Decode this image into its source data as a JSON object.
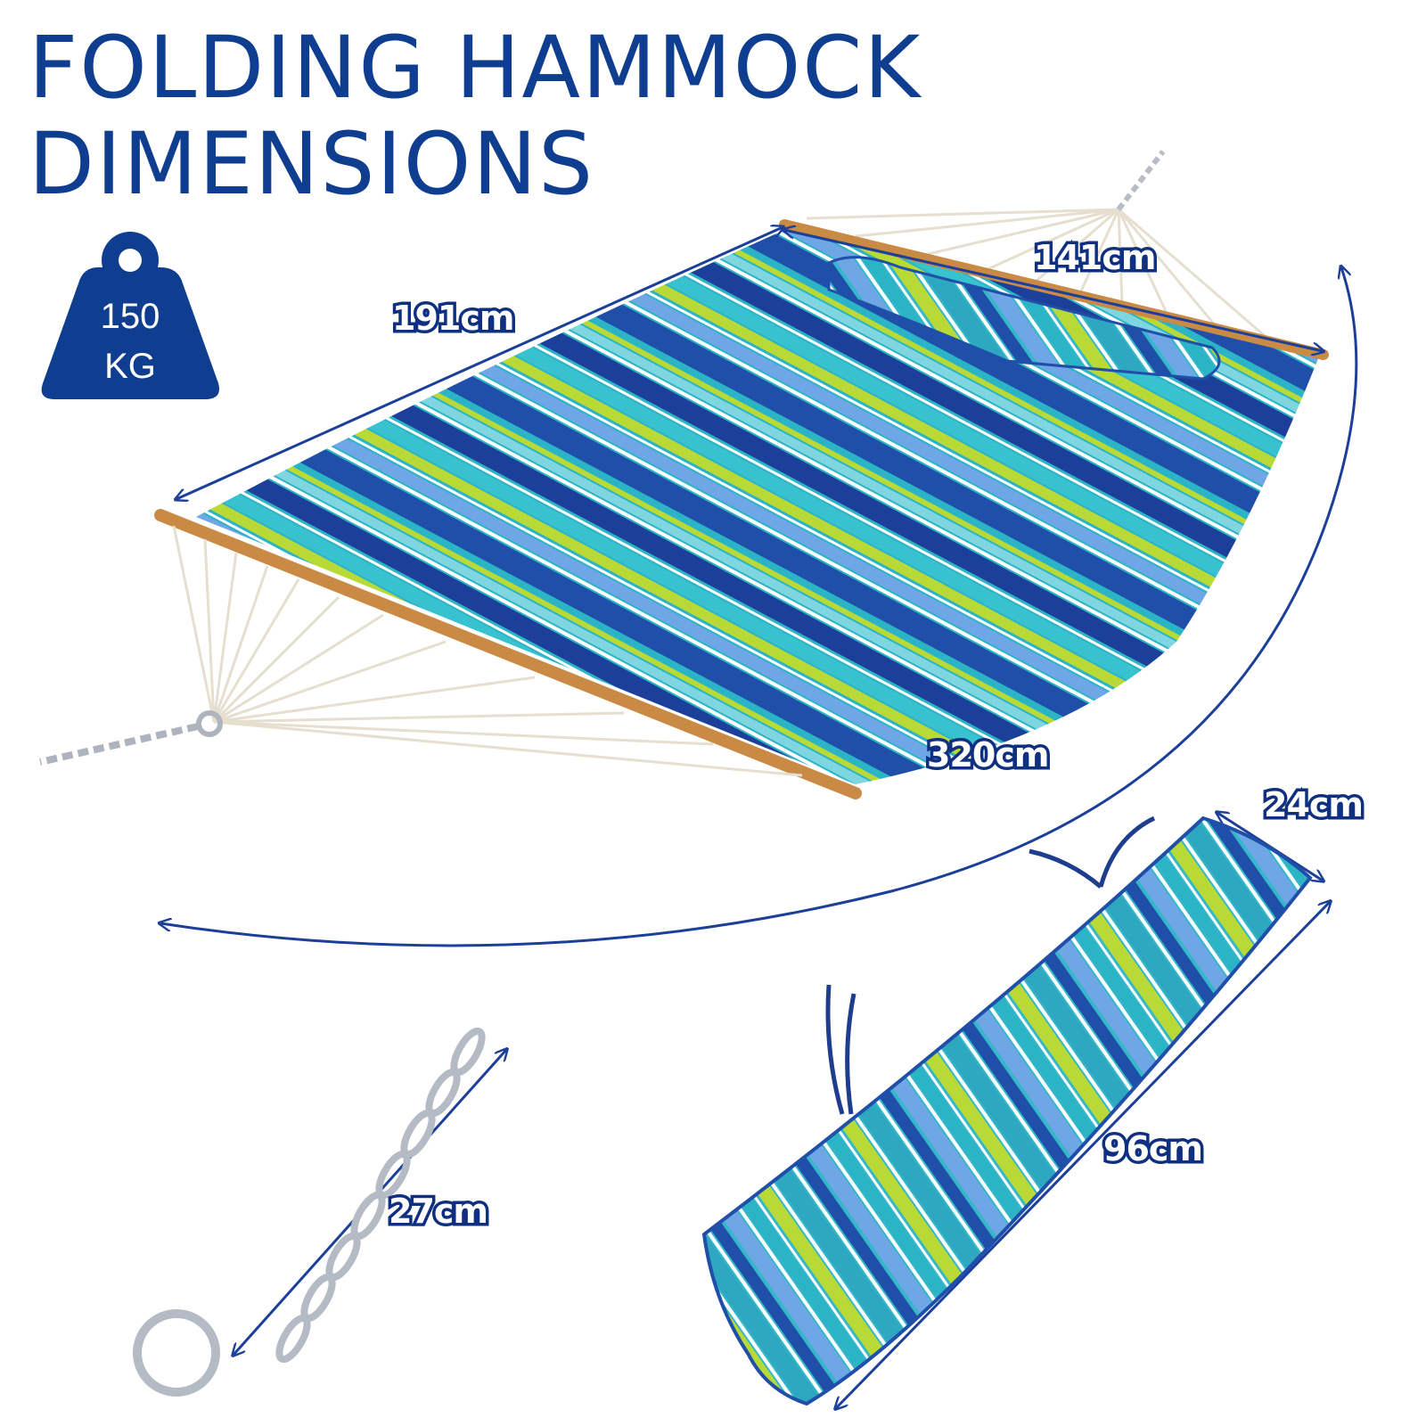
{
  "title": {
    "line1": "FOLDING HAMMOCK",
    "line2": "DIMENSIONS"
  },
  "weight_badge": {
    "value": "150",
    "unit": "KG",
    "icon": "weight-icon",
    "color": "#0f3d8f"
  },
  "dimensions": {
    "hammock_length": "191cm",
    "hammock_width": "141cm",
    "overall_length": "320cm",
    "pillow_width": "24cm",
    "pillow_length": "96cm",
    "chain_length": "27cm"
  },
  "colors": {
    "navy": "#0f3d8f",
    "stripe_royal": "#1f4fa8",
    "stripe_teal": "#2bb3c6",
    "stripe_lime": "#b8d936",
    "stripe_sky": "#6fa6e6",
    "wood": "#c98a45"
  }
}
